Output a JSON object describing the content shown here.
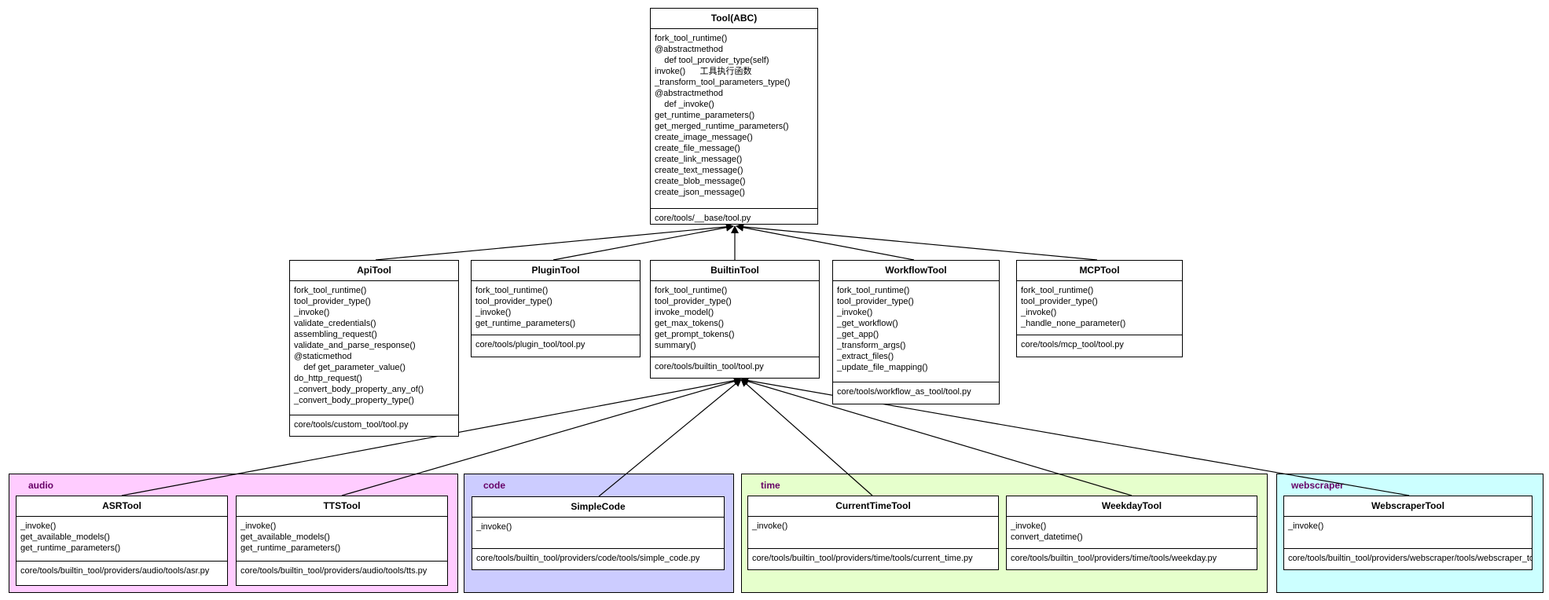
{
  "colors": {
    "audio": "#ffccff",
    "code": "#ccccff",
    "time": "#e6ffcc",
    "webscraper": "#ccffff",
    "group_label": "#660066"
  },
  "groups": {
    "audio": "audio",
    "code": "code",
    "time": "time",
    "webscraper": "webscraper"
  },
  "classes": {
    "tool": {
      "name": "Tool(ABC)",
      "methods": [
        "fork_tool_runtime()",
        "@abstractmethod",
        "    def tool_provider_type(self)",
        "invoke()      工具执行函数",
        "_transform_tool_parameters_type()",
        "@abstractmethod",
        "    def _invoke()",
        "get_runtime_parameters()",
        "get_merged_runtime_parameters()",
        "create_image_message()",
        "create_file_message()",
        "create_link_message()",
        "create_text_message()",
        "create_blob_message()",
        "create_json_message()"
      ],
      "file": "core/tools/__base/tool.py"
    },
    "api": {
      "name": "ApiTool",
      "methods": [
        "fork_tool_runtime()",
        "tool_provider_type()",
        "_invoke()",
        "validate_credentials()",
        "assembling_request()",
        "validate_and_parse_response()",
        "@staticmethod",
        "    def get_parameter_value()",
        "do_http_request()",
        "_convert_body_property_any_of()",
        "_convert_body_property_type()"
      ],
      "file": "core/tools/custom_tool/tool.py"
    },
    "plugin": {
      "name": "PluginTool",
      "methods": [
        "fork_tool_runtime()",
        "tool_provider_type()",
        "_invoke()",
        "get_runtime_parameters()"
      ],
      "file": "core/tools/plugin_tool/tool.py"
    },
    "builtin": {
      "name": "BuiltinTool",
      "methods": [
        "fork_tool_runtime()",
        "tool_provider_type()",
        "invoke_model()",
        "get_max_tokens()",
        "get_prompt_tokens()",
        "summary()"
      ],
      "file": "core/tools/builtin_tool/tool.py"
    },
    "workflow": {
      "name": "WorkflowTool",
      "methods": [
        "fork_tool_runtime()",
        "tool_provider_type()",
        "_invoke()",
        "_get_workflow()",
        "_get_app()",
        "_transform_args()",
        "_extract_files()",
        "_update_file_mapping()"
      ],
      "file": "core/tools/workflow_as_tool/tool.py"
    },
    "mcp": {
      "name": "MCPTool",
      "methods": [
        "fork_tool_runtime()",
        "tool_provider_type()",
        "_invoke()",
        "_handle_none_parameter()"
      ],
      "file": "core/tools/mcp_tool/tool.py"
    },
    "asr": {
      "name": "ASRTool",
      "methods": [
        "_invoke()",
        "get_available_models()",
        "get_runtime_parameters()"
      ],
      "file": "core/tools/builtin_tool/providers/audio/tools/asr.py"
    },
    "tts": {
      "name": "TTSTool",
      "methods": [
        "_invoke()",
        "get_available_models()",
        "get_runtime_parameters()"
      ],
      "file": "core/tools/builtin_tool/providers/audio/tools/tts.py"
    },
    "simplecode": {
      "name": "SimpleCode",
      "methods": [
        "_invoke()"
      ],
      "file": "core/tools/builtin_tool/providers/code/tools/simple_code.py"
    },
    "currenttime": {
      "name": "CurrentTimeTool",
      "methods": [
        "_invoke()"
      ],
      "file": "core/tools/builtin_tool/providers/time/tools/current_time.py"
    },
    "weekday": {
      "name": "WeekdayTool",
      "methods": [
        "_invoke()",
        "convert_datetime()"
      ],
      "file": "core/tools/builtin_tool/providers/time/tools/weekday.py"
    },
    "webscraper": {
      "name": "WebscraperTool",
      "methods": [
        "_invoke()"
      ],
      "file": "core/tools/builtin_tool/providers/webscraper/tools/webscraper_tool.py"
    }
  }
}
